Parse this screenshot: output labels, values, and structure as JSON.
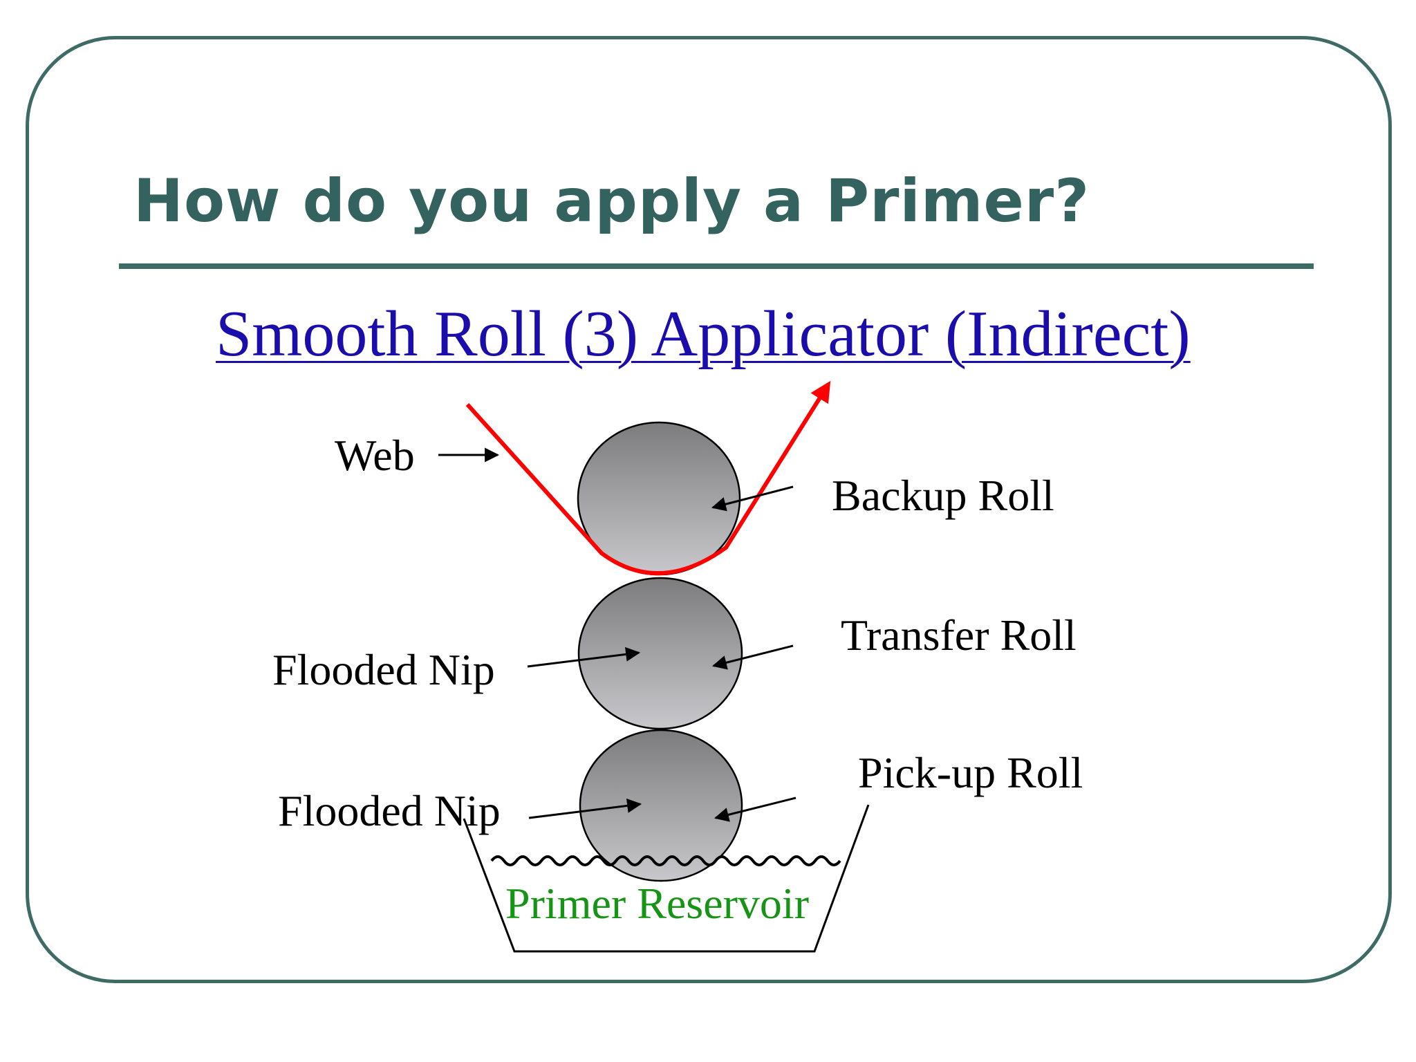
{
  "slide": {
    "title": "How do you apply a Primer?",
    "subtitle_link": "Smooth Roll (3) Applicator (Indirect)"
  },
  "diagram": {
    "labels": {
      "web": "Web",
      "backup_roll": "Backup Roll",
      "transfer_roll": "Transfer Roll",
      "pickup_roll": "Pick-up Roll",
      "flooded_nip_upper": "Flooded Nip",
      "flooded_nip_lower": "Flooded Nip",
      "primer_reservoir": "Primer Reservoir"
    },
    "colors": {
      "web_line": "#ff0000",
      "roll_top": "#7c7c7e",
      "roll_bottom": "#c8c7cb",
      "reservoir_text": "#159415",
      "link": "#1a0dab",
      "frame": "#3f6b66"
    }
  }
}
